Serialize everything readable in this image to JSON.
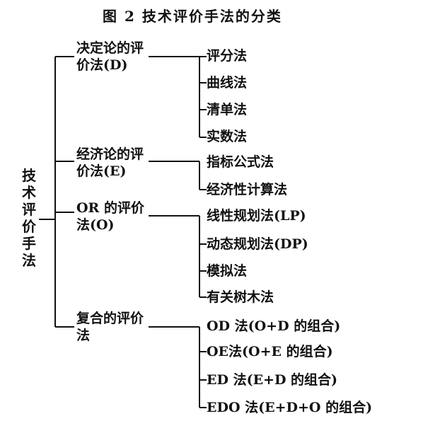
{
  "title": "图 2   技术评价手法的分类",
  "root": "技术评价手法",
  "categories": [
    {
      "label_line1": "决定论的评",
      "label_line2": "价法(D)",
      "methods": [
        "评分法",
        "曲线法",
        "清单法",
        "实数法"
      ]
    },
    {
      "label_line1": "经济论的评",
      "label_line2": "价法(E)",
      "methods": [
        "指标公式法",
        "经济性计算法"
      ]
    },
    {
      "label_line1": "OR 的评价",
      "label_line2": "法(O)",
      "methods": [
        "线性规划法(LP)",
        "动态规划法(DP)",
        "模拟法",
        "有关树木法"
      ]
    },
    {
      "label_line1": "复合的评价",
      "label_line2": "法",
      "methods": [
        "OD 法(O+D 的组合)",
        "OE法(O+E 的组合)",
        "ED 法(E+D 的组合)",
        "EDO 法(E+D+O 的组合)"
      ]
    }
  ]
}
